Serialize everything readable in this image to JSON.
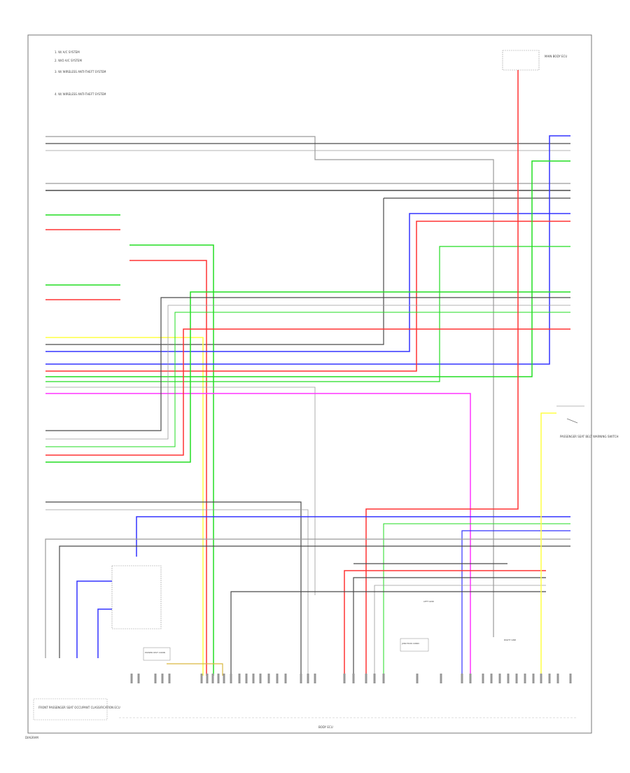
{
  "notes": [
    "1. W/ A/C SYSTEM",
    "2. W/O A/C SYSTEM",
    "3. W/ WIRELESS ANTI-THEFT SYSTEM",
    "4. W/ WIRELESS ANTI-THEFT SYSTEM"
  ],
  "ecu_label": "BODY ECU",
  "component_top_right": "MAIN BODY ECU",
  "component_lower_right": "PASSENGER SEAT BELT WARNING SWITCH",
  "component_bottom_left": "FRONT PASSENGER SEAT OCCUPANT CLASSIFICATION ECU",
  "ground_labels": [
    "LEFT GND",
    "RIGHT GND"
  ],
  "small_comp_labels": [
    "POWER DIST CONN",
    "JUNCTION CONN"
  ],
  "footer_left": "DIAGRAM",
  "wire_colors": {
    "black": "#4a4a4a",
    "gray": "#9a9a9a",
    "green": "#22dd22",
    "red": "#ff3333",
    "blue": "#3333ff",
    "yellow": "#ffff44",
    "magenta": "#ff33ff",
    "orange": "#d9b840"
  }
}
